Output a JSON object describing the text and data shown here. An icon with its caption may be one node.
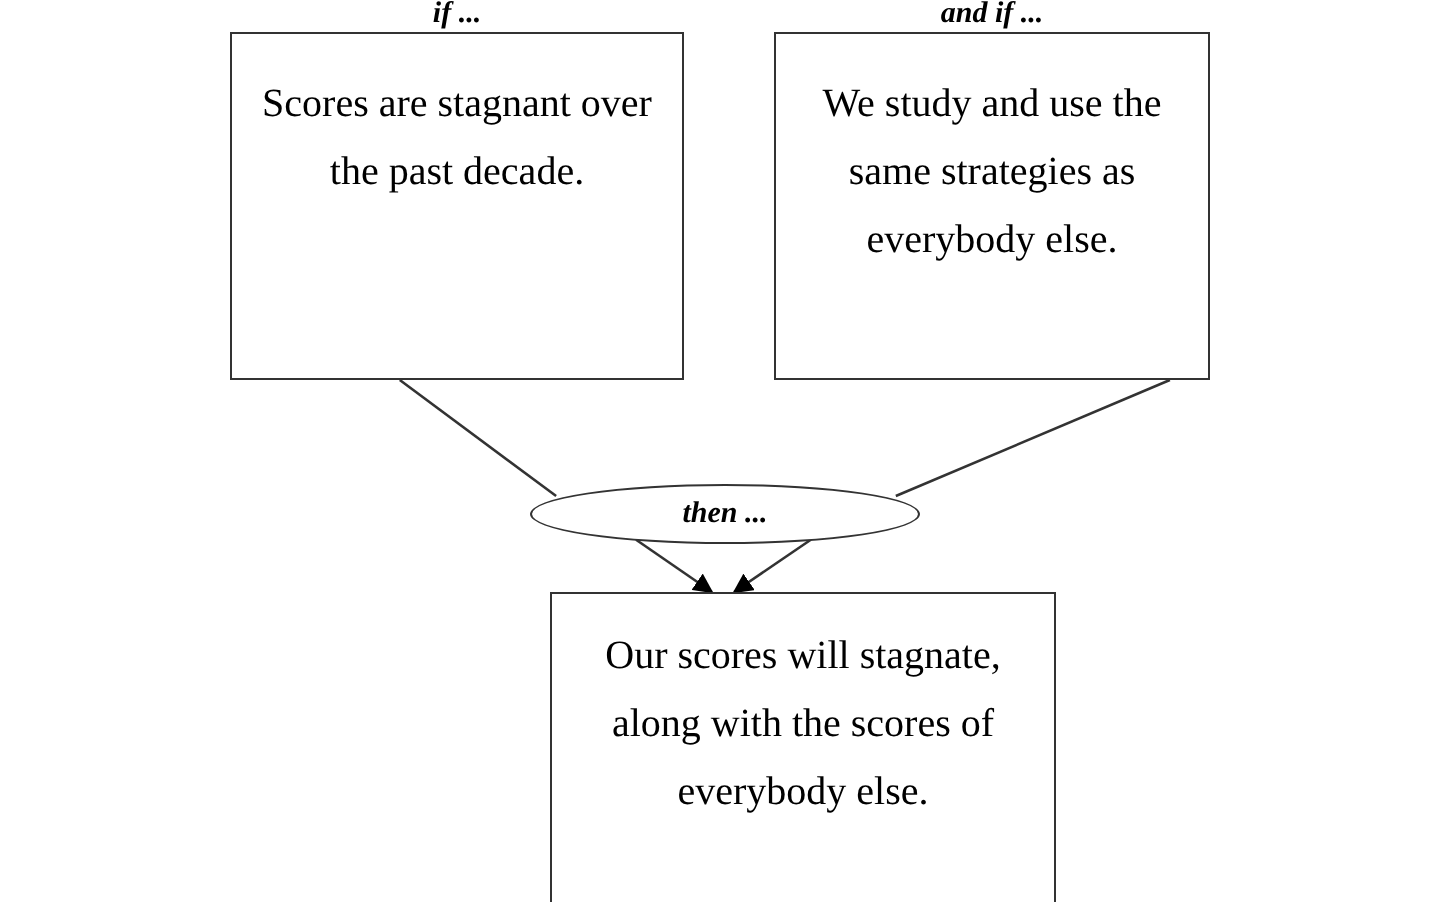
{
  "diagram": {
    "nodes": [
      {
        "text": [
          "if ...",
          "Scores are stagnant over the past decade."
        ]
      },
      {
        "text": [
          "and if ...",
          "We study and use the same strategies as everybody else."
        ]
      },
      {
        "text": [
          "then ..."
        ]
      },
      {
        "text": [
          "Our scores will stagnate, along with the scores of everybody else."
        ]
      }
    ],
    "edges": [
      {
        "from": 0,
        "to": 2,
        "arrow": "none"
      },
      {
        "from": 1,
        "to": 2,
        "arrow": "none"
      },
      {
        "from": 2,
        "to": 3,
        "arrow": "to"
      },
      {
        "from": 2,
        "to": 3,
        "arrow": "to"
      }
    ]
  }
}
